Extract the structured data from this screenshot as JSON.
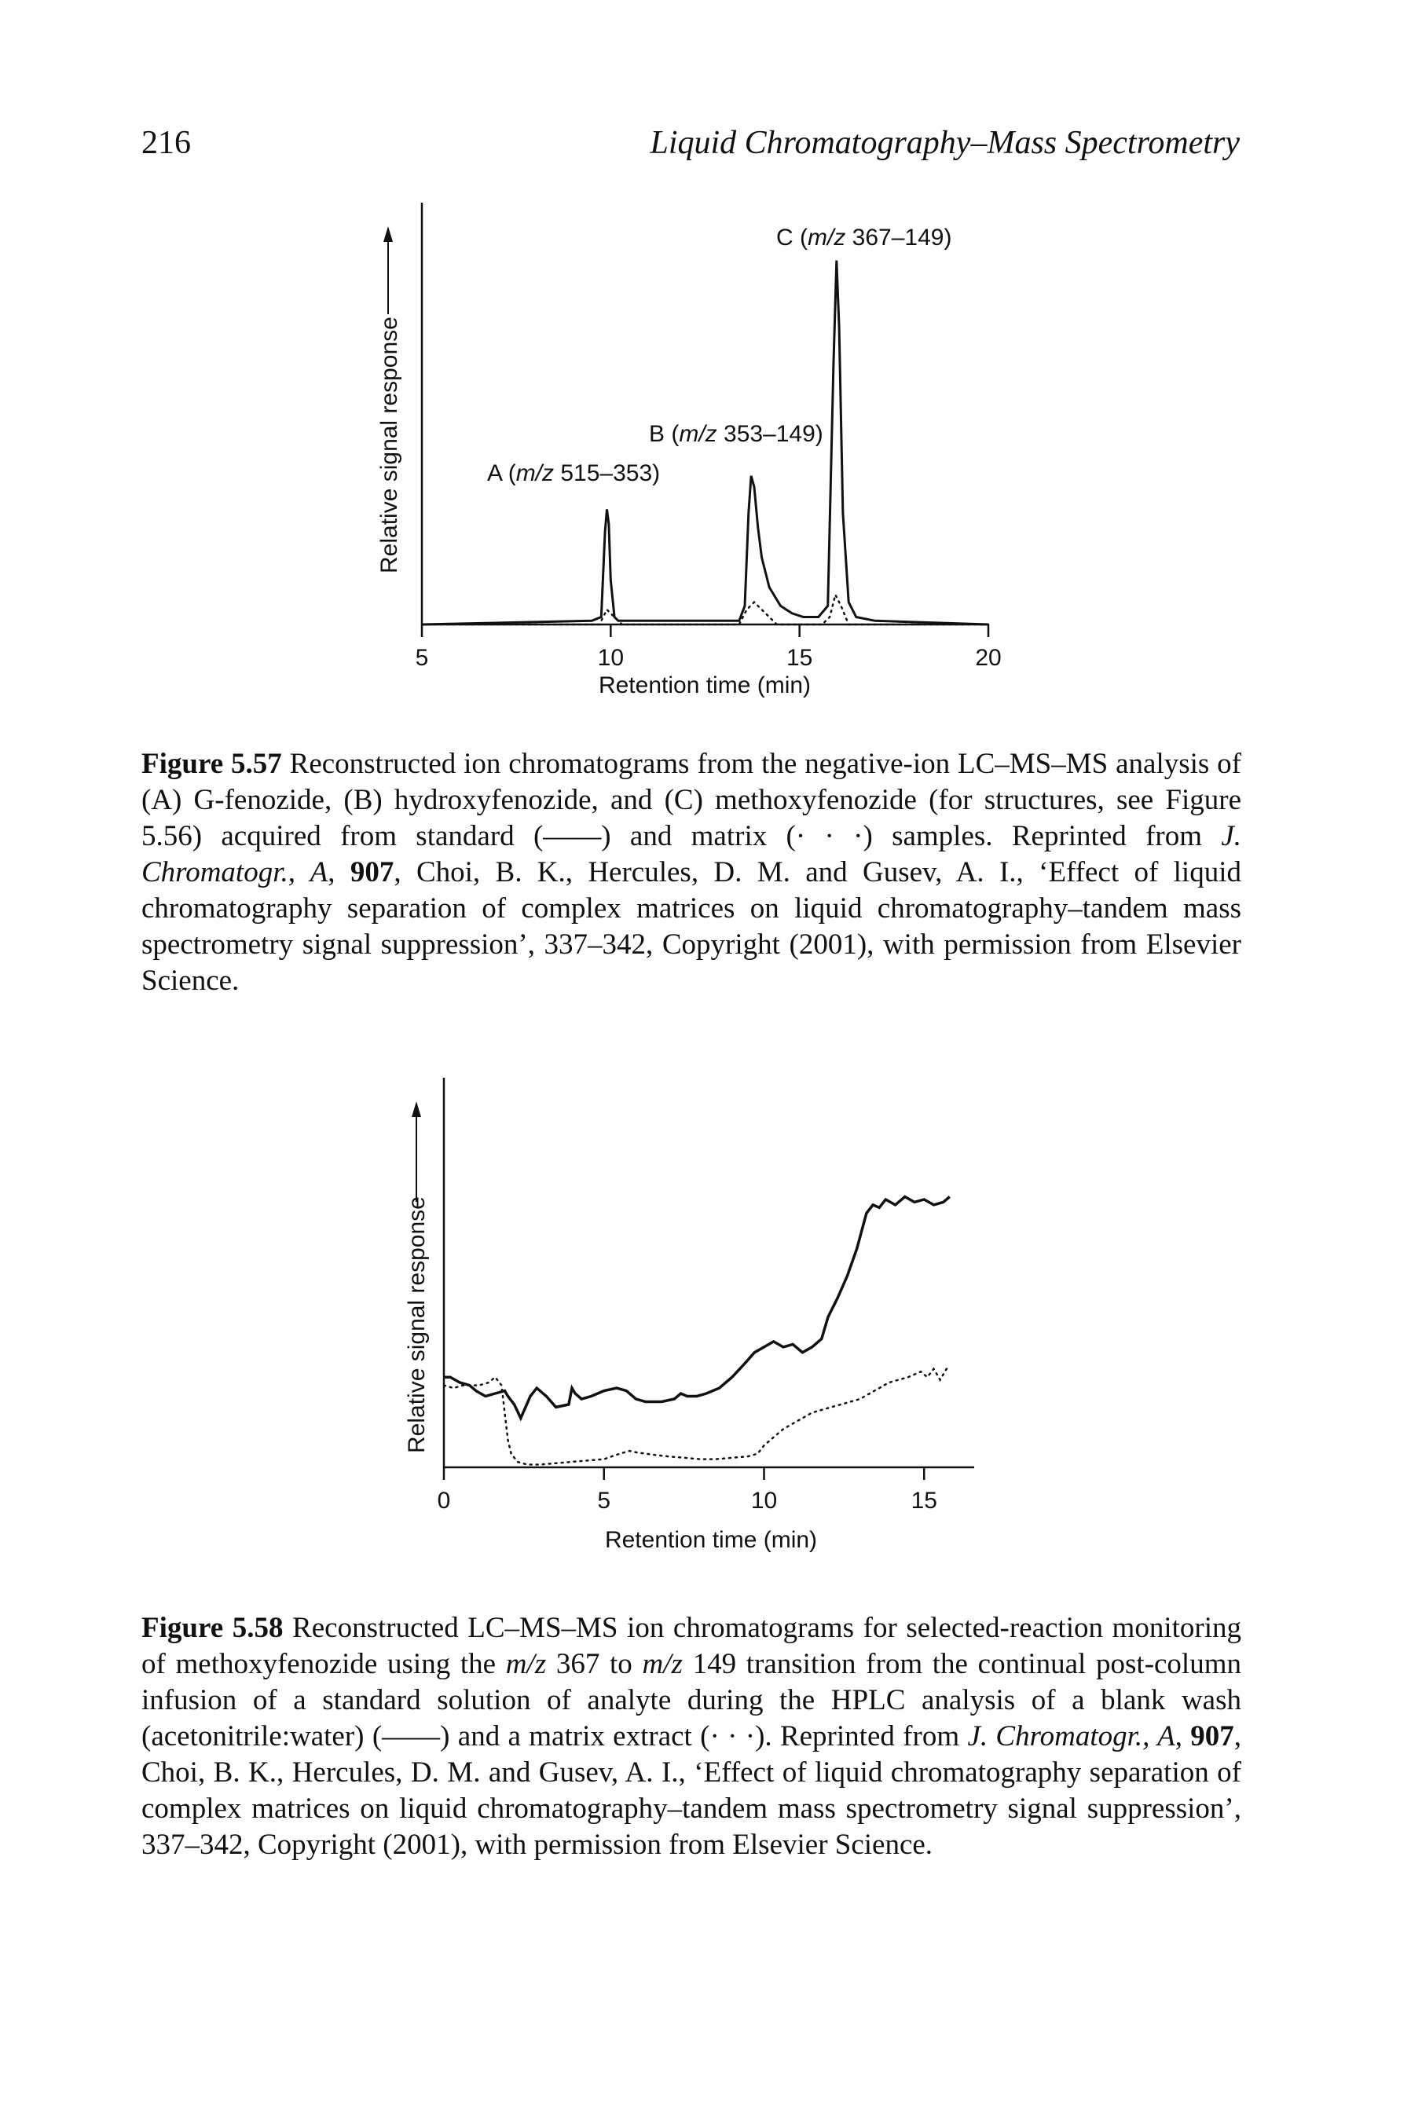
{
  "header": {
    "page_number": "216",
    "running_title": "Liquid Chromatography–Mass Spectrometry"
  },
  "chart_data": [
    {
      "type": "line",
      "ylabel": "Relative signal response",
      "xlabel": "Retention time (min)",
      "xlim": [
        5,
        20
      ],
      "x_ticks": [
        "5",
        "10",
        "15",
        "20"
      ],
      "grid": false,
      "legend": "none",
      "peak_labels": [
        {
          "prefix": "A (",
          "mz": "m/z",
          "suffix": " 515–353)"
        },
        {
          "prefix": "B (",
          "mz": "m/z",
          "suffix": " 353–149)"
        },
        {
          "prefix": "C (",
          "mz": "m/z",
          "suffix": " 367–149)"
        }
      ],
      "series": [
        {
          "style": "solid",
          "x": [
            5,
            9.5,
            9.75,
            9.85,
            9.9,
            9.95,
            10.0,
            10.1,
            10.2,
            13.4,
            13.55,
            13.65,
            13.72,
            13.8,
            13.9,
            14.0,
            14.2,
            14.5,
            14.8,
            15.1,
            15.5,
            15.75,
            15.9,
            15.98,
            16.05,
            16.15,
            16.3,
            16.5,
            17.0,
            20
          ],
          "y": [
            0,
            0.01,
            0.02,
            0.25,
            0.31,
            0.27,
            0.12,
            0.02,
            0.01,
            0.01,
            0.05,
            0.3,
            0.4,
            0.37,
            0.26,
            0.18,
            0.1,
            0.05,
            0.03,
            0.02,
            0.02,
            0.05,
            0.7,
            0.98,
            0.8,
            0.3,
            0.06,
            0.02,
            0.01,
            0.0
          ]
        },
        {
          "style": "dotted",
          "x": [
            5,
            9.7,
            9.9,
            10.1,
            10.3,
            13.4,
            13.6,
            13.8,
            14.0,
            14.2,
            14.4,
            15.6,
            15.8,
            15.95,
            16.1,
            16.3,
            20
          ],
          "y": [
            0,
            0.0,
            0.04,
            0.02,
            0.0,
            0.0,
            0.04,
            0.06,
            0.04,
            0.02,
            0.0,
            0.0,
            0.02,
            0.08,
            0.05,
            0.0,
            0.0
          ]
        }
      ]
    },
    {
      "type": "line",
      "ylabel": "Relative signal response",
      "xlabel": "Retention time (min)",
      "xlim": [
        0,
        16
      ],
      "x_ticks": [
        "0",
        "5",
        "10",
        "15"
      ],
      "grid": false,
      "legend": "none",
      "series": [
        {
          "style": "solid",
          "x": [
            0,
            0.2,
            0.5,
            0.8,
            1.0,
            1.3,
            1.6,
            1.9,
            2.0,
            2.2,
            2.4,
            2.7,
            2.9,
            3.2,
            3.5,
            3.9,
            4.0,
            4.1,
            4.3,
            4.6,
            5.0,
            5.4,
            5.7,
            6.0,
            6.3,
            6.8,
            7.2,
            7.4,
            7.6,
            7.9,
            8.2,
            8.6,
            9.0,
            9.4,
            9.7,
            10.0,
            10.3,
            10.6,
            10.9,
            11.2,
            11.5,
            11.8,
            12.0,
            12.3,
            12.6,
            12.9,
            13.2,
            13.4,
            13.6,
            13.8,
            14.1,
            14.4,
            14.7,
            15.0,
            15.3,
            15.6,
            15.8
          ],
          "y": [
            0.33,
            0.33,
            0.31,
            0.3,
            0.28,
            0.26,
            0.27,
            0.28,
            0.26,
            0.23,
            0.18,
            0.26,
            0.29,
            0.26,
            0.22,
            0.23,
            0.29,
            0.27,
            0.25,
            0.26,
            0.28,
            0.29,
            0.28,
            0.25,
            0.24,
            0.24,
            0.25,
            0.27,
            0.26,
            0.26,
            0.27,
            0.29,
            0.33,
            0.38,
            0.42,
            0.44,
            0.46,
            0.44,
            0.45,
            0.42,
            0.44,
            0.47,
            0.55,
            0.62,
            0.7,
            0.8,
            0.93,
            0.96,
            0.95,
            0.98,
            0.96,
            0.99,
            0.97,
            0.98,
            0.96,
            0.97,
            0.99
          ]
        },
        {
          "style": "dotted",
          "x": [
            0,
            0.3,
            0.6,
            0.9,
            1.1,
            1.4,
            1.6,
            1.8,
            1.9,
            2.0,
            2.1,
            2.3,
            2.6,
            3.0,
            3.5,
            4.0,
            4.5,
            5.0,
            5.5,
            5.8,
            6.0,
            6.3,
            6.6,
            7.0,
            7.5,
            8.0,
            8.5,
            9.0,
            9.5,
            9.8,
            10.0,
            10.3,
            10.6,
            10.9,
            11.2,
            11.5,
            11.8,
            12.1,
            12.4,
            12.7,
            13.0,
            13.3,
            13.6,
            13.9,
            14.2,
            14.5,
            14.7,
            14.9,
            15.1,
            15.3,
            15.5,
            15.7,
            15.8
          ],
          "y": [
            0.3,
            0.29,
            0.3,
            0.3,
            0.3,
            0.31,
            0.33,
            0.3,
            0.2,
            0.1,
            0.05,
            0.02,
            0.01,
            0.01,
            0.015,
            0.02,
            0.025,
            0.03,
            0.05,
            0.06,
            0.055,
            0.05,
            0.045,
            0.04,
            0.035,
            0.03,
            0.03,
            0.035,
            0.04,
            0.05,
            0.08,
            0.11,
            0.14,
            0.16,
            0.18,
            0.2,
            0.21,
            0.22,
            0.23,
            0.24,
            0.25,
            0.27,
            0.29,
            0.31,
            0.32,
            0.33,
            0.34,
            0.35,
            0.33,
            0.36,
            0.32,
            0.36,
            0.37
          ]
        }
      ]
    }
  ],
  "captions": [
    {
      "label": "Figure 5.57",
      "p1": " Reconstructed ion chromatograms from the negative-ion LC–MS–MS analysis of (A) G-fenozide, (B) hydroxyfenozide, and (C) methoxyfenozide (for structures, see Figure 5.56) acquired from standard (——) and matrix (· · ·) samples. Reprinted from ",
      "journal": "J. Chromatogr., A",
      "sep1": ", ",
      "volume": "907",
      "p2": ", Choi, B. K., Hercules, D. M. and Gusev, A. I., ‘Effect of liquid chromatography separation of complex matrices on liquid chromatography–tandem mass spectrometry signal suppression’, 337–342, Copyright (2001), with permission from Elsevier Science."
    },
    {
      "label": "Figure 5.58",
      "p1": " Reconstructed LC–MS–MS ion chromatograms for selected-reaction monitoring of methoxyfenozide using the ",
      "mz1": "m/z",
      "p1b": " 367 to ",
      "mz2": "m/z",
      "p1c": " 149 transition from the continual post-column infusion of a standard solution of analyte during the HPLC analysis of a blank wash (acetonitrile:water) (——) and a matrix extract (· · ·). Reprinted from ",
      "journal": "J. Chromatogr., A",
      "sep1": ", ",
      "volume": "907",
      "p2": ", Choi, B. K., Hercules, D. M. and Gusev, A. I., ‘Effect of liquid chromatography separation of complex matrices on liquid chromatography–tandem mass spectrometry signal suppression’, 337–342, Copyright (2001), with permission from Elsevier Science."
    }
  ]
}
